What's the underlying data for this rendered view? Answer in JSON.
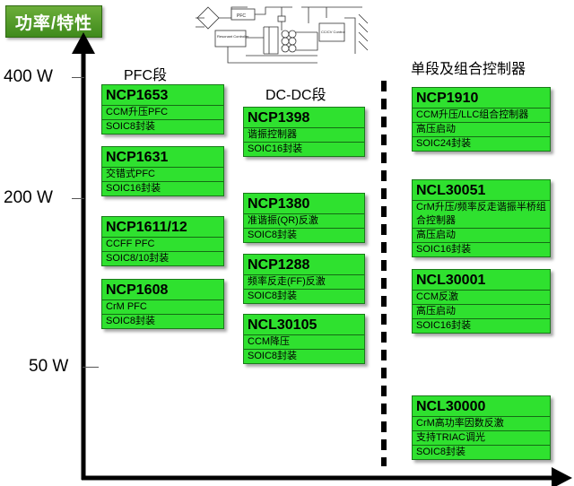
{
  "title": "功率/特性",
  "y_axis": {
    "labels": [
      "400 W",
      "200 W",
      "50 W"
    ]
  },
  "columns": {
    "pfc": "PFC段",
    "dcdc": "DC-DC段",
    "combo": "单段及组合控制器"
  },
  "schematic": {
    "blocks": [
      "PFC",
      "Resonant Controller",
      "CC/CV Control"
    ]
  },
  "pfc_cards": [
    {
      "name": "NCP1653",
      "rows": [
        "CCM升压PFC",
        "SOIC8封装"
      ]
    },
    {
      "name": "NCP1631",
      "rows": [
        "交错式PFC",
        "SOIC16封装"
      ]
    },
    {
      "name": "NCP1611/12",
      "rows": [
        "CCFF PFC",
        "SOIC8/10封装"
      ]
    },
    {
      "name": "NCP1608",
      "rows": [
        "CrM PFC",
        "SOIC8封装"
      ]
    }
  ],
  "dcdc_cards": [
    {
      "name": "NCP1398",
      "rows": [
        "谐振控制器",
        "SOIC16封装"
      ]
    },
    {
      "name": "NCP1380",
      "rows": [
        "准谐振(QR)反激",
        "SOIC8封装"
      ]
    },
    {
      "name": "NCP1288",
      "rows": [
        "频率反走(FF)反激",
        "SOIC8封装"
      ]
    },
    {
      "name": "NCL30105",
      "rows": [
        "CCM降压",
        "SOIC8封装"
      ]
    }
  ],
  "combo_cards": [
    {
      "name": "NCP1910",
      "rows": [
        "CCM升压/LLC组合控制器",
        "高压启动",
        "SOIC24封装"
      ]
    },
    {
      "name": "NCL30051",
      "rows": [
        "CrM升压/频率反走谐振半桥组合控制器",
        "高压启动",
        "SOIC16封装"
      ]
    },
    {
      "name": "NCL30001",
      "rows": [
        "CCM反激",
        "高压启动",
        "SOIC16封装"
      ]
    },
    {
      "name": "NCL30000",
      "rows": [
        "CrM高功率因数反激",
        "支持TRIAC调光",
        "SOIC8封装"
      ]
    }
  ]
}
